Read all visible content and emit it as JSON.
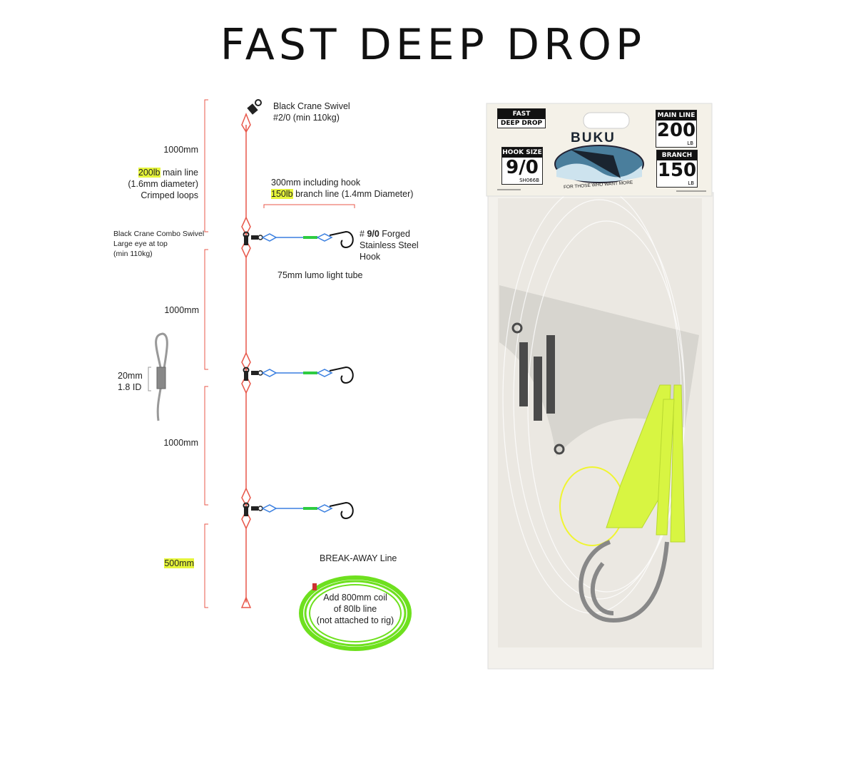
{
  "title": "FAST DEEP DROP",
  "diagram": {
    "top_swivel": [
      "Black Crane Swivel",
      "#2/0 (min 110kg)"
    ],
    "seg1_length": "1000mm",
    "main_line_hl": "200lb",
    "main_line_rest": " main line",
    "main_line_diam": "(1.6mm diameter)",
    "crimped": "Crimped loops",
    "branch_length": "300mm including hook",
    "branch_hl": "150lb",
    "branch_rest": " branch line (1.4mm Diameter)",
    "combo_swivel": [
      "Black Crane Combo Swivel",
      "Large eye at top",
      "(min 110kg)"
    ],
    "hook_prefix": "# ",
    "hook_size": "9/0",
    "hook_lines": [
      " Forged",
      "Stainless Steel",
      "Hook"
    ],
    "lumo": "75mm lumo light tube",
    "seg2_length": "1000mm",
    "crimp_length": "20mm",
    "crimp_id": "1.8 ID",
    "seg3_length": "1000mm",
    "seg4_length": "500mm",
    "breakaway_title": "BREAK-AWAY Line",
    "breakaway_lines": [
      "Add 800mm coil",
      "of 80lb line",
      "(not attached to rig)"
    ]
  },
  "package": {
    "brand": "BUKU",
    "tagline": "FOR THOSE WHO WANT MORE",
    "name_top": "FAST",
    "name_bottom": "DEEP DROP",
    "hook_size_label": "HOOK SIZE",
    "hook_size_value": "9/0",
    "hook_code": "SH066B",
    "main_line_label": "MAIN LINE",
    "main_line_value": "200",
    "branch_label": "BRANCH",
    "branch_value": "150",
    "unit": "LB"
  },
  "colors": {
    "main_line": "#e8574a",
    "branch_line": "#3a7fe0",
    "highlight": "#e6f53a",
    "lumo": "#c8f53a"
  }
}
